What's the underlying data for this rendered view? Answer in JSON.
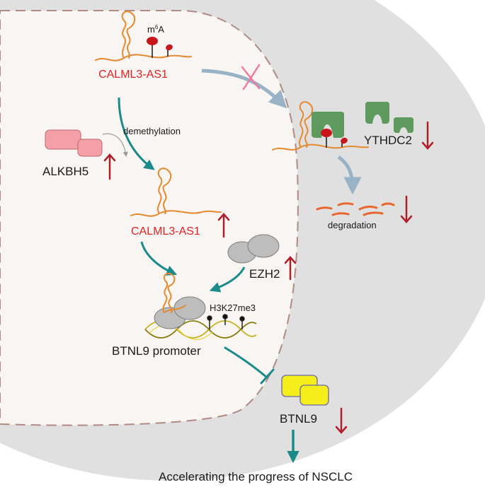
{
  "labels": {
    "m6a_base": "m",
    "m6a_sup": "6",
    "m6a_tail": "A",
    "lnc_top": "CALML3-AS1",
    "lnc_mid": "CALML3-AS1",
    "demethylation": "demethylation",
    "alkbh5": "ALKBH5",
    "ythdc2": "YTHDC2",
    "degradation": "degradation",
    "ezh2": "EZH2",
    "h3k27me3": "H3K27me3",
    "promoter": "BTNL9 promoter",
    "btnl9": "BTNL9",
    "outcome": "Accelerating the progress of NSCLC"
  },
  "icons": {
    "up_arrow": "up-arrow-icon",
    "down_arrow": "down-arrow-icon",
    "inhibit_mark": "x-mark-icon",
    "blunt_arrow": "inhibition-arrow-icon"
  },
  "colors": {
    "cytoplasm": "#e0e0e0",
    "nucleus": "#f8f5f3",
    "nucleus_border": "#b08a84",
    "rna": "#e58a2e",
    "lnc_label": "#e32222",
    "teal": "#1a8a8a",
    "regulation_arrow": "#b01e2a",
    "alkbh5_fill": "#f4a0a6",
    "ythdc2_fill": "#5e9a5e",
    "ezh2_fill": "#bdbdbd",
    "btnl9_fill": "#f6ee1a",
    "m6a_mark": "#c8161d",
    "inhibit_x": "#f07aa0",
    "blue_arrow": "#98b2c6"
  }
}
